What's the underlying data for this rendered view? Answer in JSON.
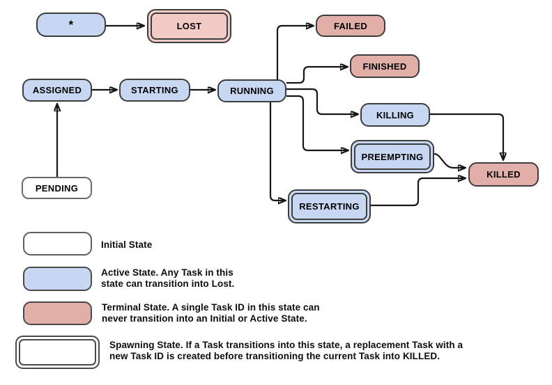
{
  "diagram": {
    "nodes": {
      "star": {
        "label": "*",
        "type": "active"
      },
      "lost": {
        "label": "LOST",
        "type": "terminal-spawning"
      },
      "assigned": {
        "label": "ASSIGNED",
        "type": "active"
      },
      "starting": {
        "label": "STARTING",
        "type": "active"
      },
      "running": {
        "label": "RUNNING",
        "type": "active"
      },
      "pending": {
        "label": "PENDING",
        "type": "initial"
      },
      "failed": {
        "label": "FAILED",
        "type": "terminal"
      },
      "finished": {
        "label": "FINISHED",
        "type": "terminal"
      },
      "killing": {
        "label": "KILLING",
        "type": "active"
      },
      "preempting": {
        "label": "PREEMPTING",
        "type": "active-spawning"
      },
      "killed": {
        "label": "KILLED",
        "type": "terminal"
      },
      "restarting": {
        "label": "RESTARTING",
        "type": "active-spawning"
      }
    },
    "edges": [
      {
        "from": "*",
        "to": "LOST"
      },
      {
        "from": "PENDING",
        "to": "ASSIGNED"
      },
      {
        "from": "ASSIGNED",
        "to": "STARTING"
      },
      {
        "from": "STARTING",
        "to": "RUNNING"
      },
      {
        "from": "RUNNING",
        "to": "FAILED"
      },
      {
        "from": "RUNNING",
        "to": "FINISHED"
      },
      {
        "from": "RUNNING",
        "to": "KILLING"
      },
      {
        "from": "RUNNING",
        "to": "PREEMPTING"
      },
      {
        "from": "RUNNING",
        "to": "RESTARTING"
      },
      {
        "from": "KILLING",
        "to": "KILLED"
      },
      {
        "from": "PREEMPTING",
        "to": "KILLED"
      },
      {
        "from": "RESTARTING",
        "to": "KILLED"
      }
    ],
    "colors": {
      "active_fill": "#C8D7F2",
      "terminal_fill": "#E2AFA8",
      "lost_fill": "#F2CBC7",
      "initial_fill": "#FFFFFF",
      "box_border": "#3C3C3C",
      "arrow": "#161616"
    },
    "legend": [
      {
        "swatch": "initial",
        "text": "Initial State"
      },
      {
        "swatch": "active",
        "text": "Active State. Any Task in this\nstate can transition into Lost."
      },
      {
        "swatch": "terminal",
        "text": "Terminal State. A single Task ID in this state can\nnever transition into an Initial or Active State."
      },
      {
        "swatch": "spawning",
        "text": "Spawning State. If a Task transitions into this state, a replacement Task with a\nnew Task ID is created before transitioning the current Task into KILLED."
      }
    ]
  }
}
